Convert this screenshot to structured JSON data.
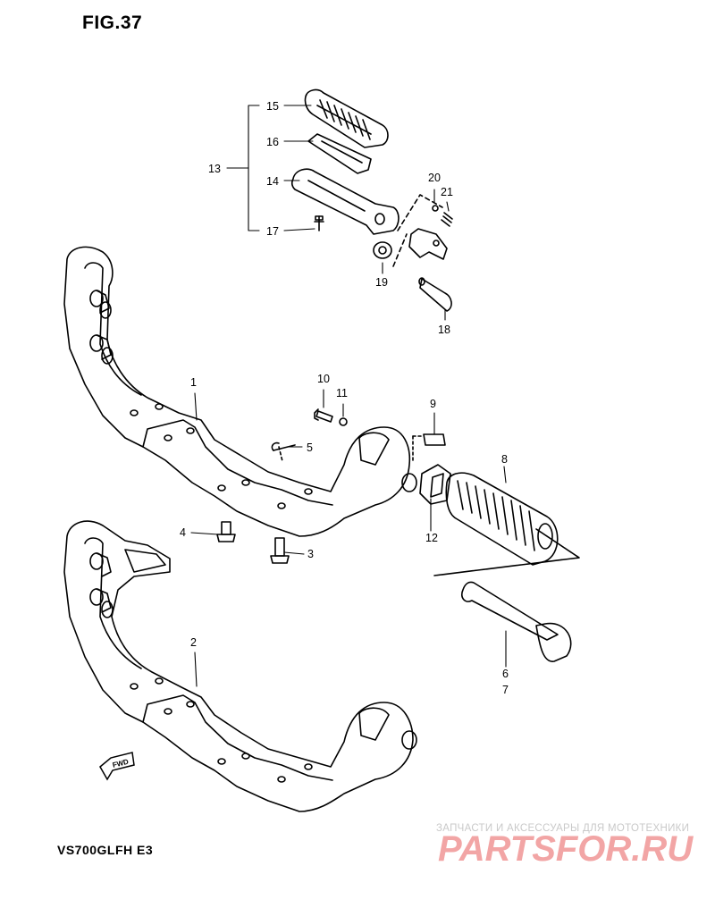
{
  "title": "FIG.37",
  "model": "VS700GLFH E3",
  "watermark": {
    "caption": "ЗАПЧАСТИ И АКСЕССУАРЫ ДЛЯ МОТОТЕХНИКИ",
    "brand": "PARTSFOR.RU",
    "brand_color": "#f2a5a5"
  },
  "direction_label": "FWD",
  "callouts": {
    "p1": "1",
    "p2": "2",
    "p3": "3",
    "p4": "4",
    "p5": "5",
    "p6": "6",
    "p7": "7",
    "p8": "8",
    "p9": "9",
    "p10": "10",
    "p11": "11",
    "p12": "12",
    "p13": "13",
    "p14": "14",
    "p15": "15",
    "p16": "16",
    "p17": "17",
    "p18": "18",
    "p19": "19",
    "p20": "20",
    "p21": "21"
  }
}
